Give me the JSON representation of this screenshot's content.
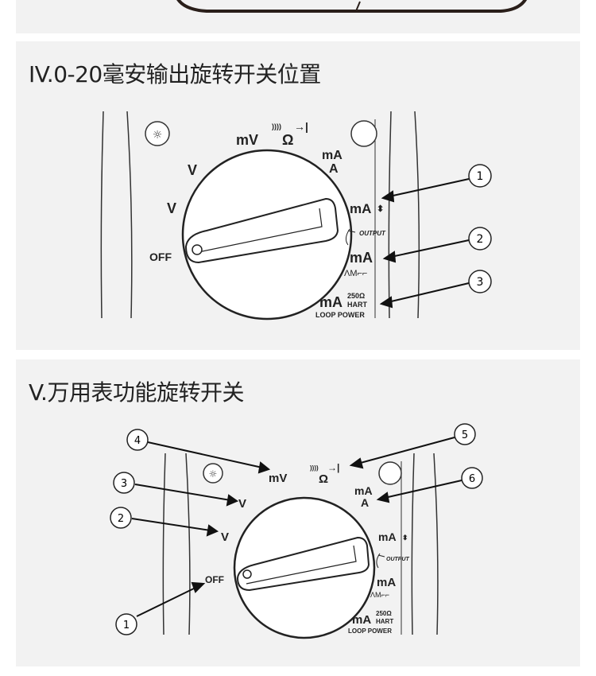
{
  "section4": {
    "title": "IV.0-20毫安输出旋转开关位置",
    "dial": {
      "mv": "mV",
      "ohm": "Ω",
      "beep": "))))",
      "ma_ac": "mA",
      "a": "A",
      "v_dc": "V",
      "v_ac": "V",
      "off": "OFF",
      "ma_src": "mA",
      "output": "OUTPUT",
      "ma_sim": "mA",
      "wave": "ΛΜ⌐⌐",
      "ma_loop": "mA",
      "r250": "250Ω",
      "hart": "HART",
      "loop": "LOOP POWER"
    },
    "callouts": [
      "1",
      "2",
      "3"
    ]
  },
  "section5": {
    "title": "V.万用表功能旋转开关",
    "dial": {
      "mv": "mV",
      "ohm": "Ω",
      "beep": "))))",
      "ma_ac": "mA",
      "a": "A",
      "v_dc": "V",
      "v_ac": "V",
      "off": "OFF",
      "ma_src": "mA",
      "output": "OUTPUT",
      "ma_sim": "mA",
      "wave": "ΛΜ⌐⌐",
      "ma_loop": "mA",
      "r250": "250Ω",
      "hart": "HART",
      "loop": "LOOP POWER"
    },
    "callouts": [
      "1",
      "2",
      "3",
      "4",
      "5",
      "6"
    ]
  }
}
